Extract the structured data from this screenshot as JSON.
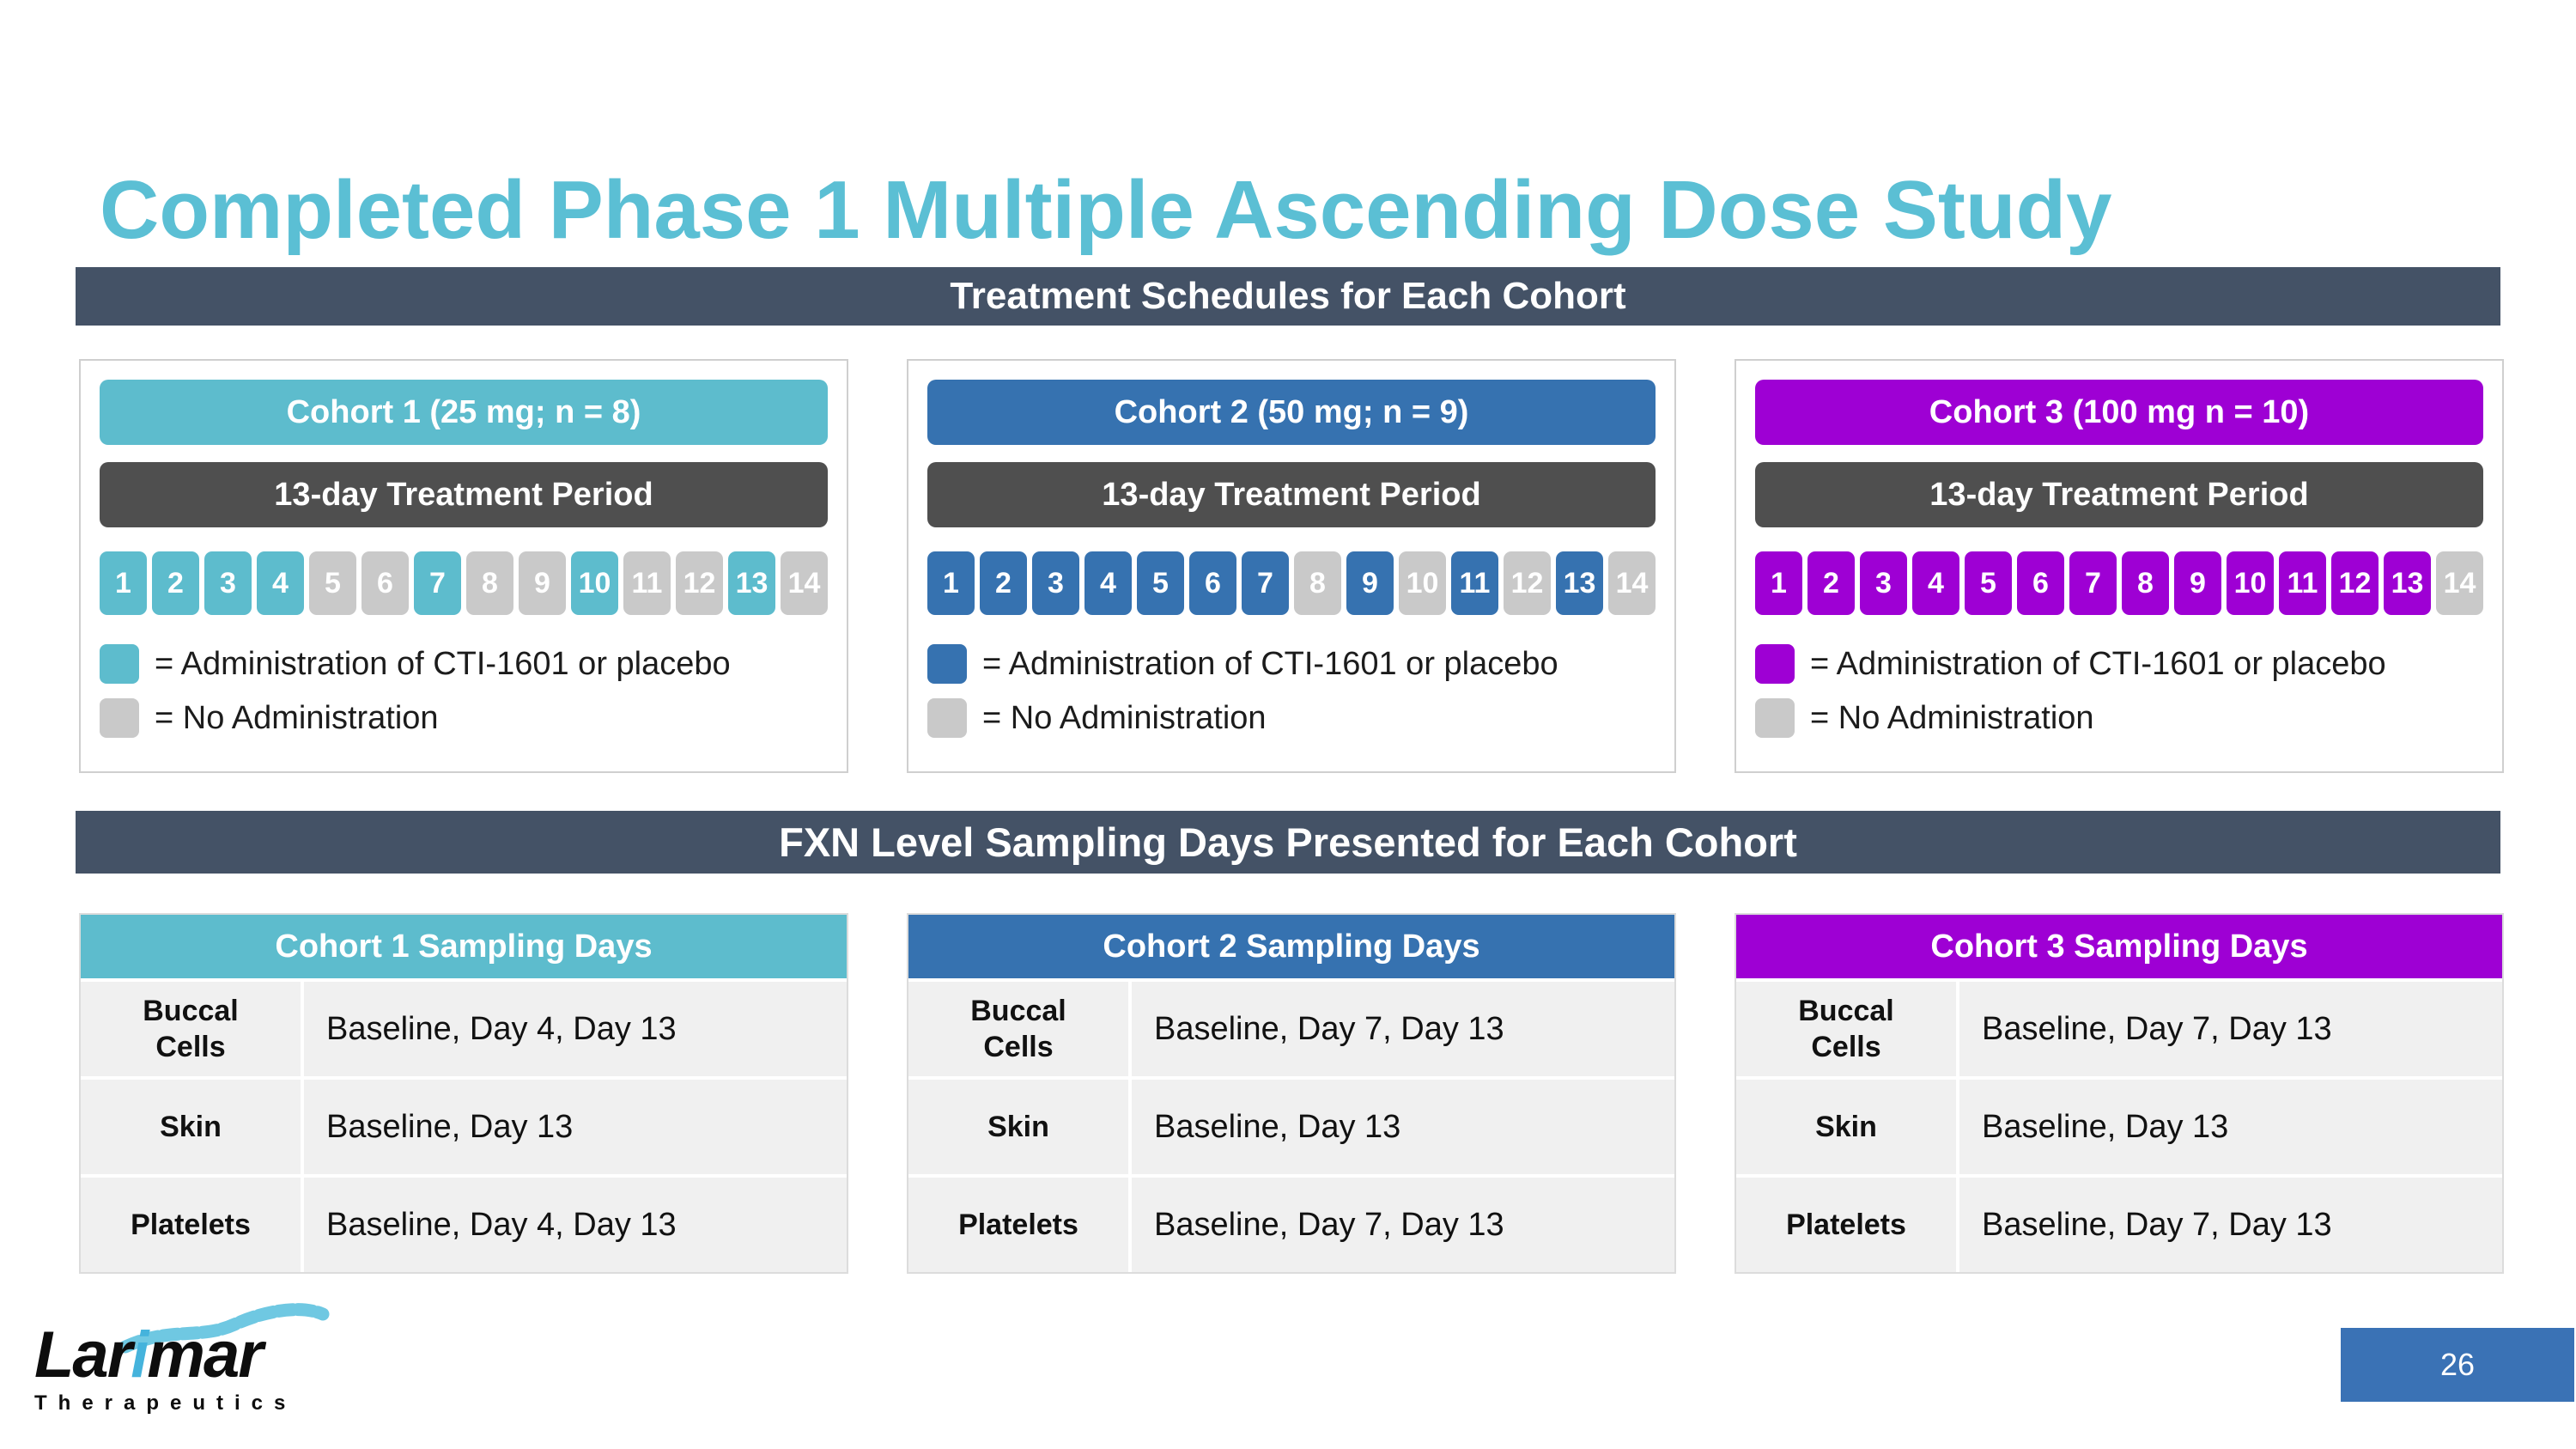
{
  "slide": {
    "title": "Completed Phase 1 Multiple Ascending Dose Study",
    "page_number": "26"
  },
  "colors": {
    "title": "#5bbfd4",
    "slate": "#445266",
    "treatment_dark": "#4f4f4f",
    "no_dose_gray": "#c9c9c9",
    "teal": "#5dbccd",
    "blue": "#3672b0",
    "purple": "#9e00d4",
    "page_blue": "#3a72b5",
    "logo_blue": "#45b3dc"
  },
  "sections": {
    "schedules_heading": "Treatment Schedules for Each Cohort",
    "sampling_heading": "FXN Level Sampling Days Presented for Each Cohort"
  },
  "day_labels": [
    "1",
    "2",
    "3",
    "4",
    "5",
    "6",
    "7",
    "8",
    "9",
    "10",
    "11",
    "12",
    "13",
    "14"
  ],
  "legend": {
    "dose": "= Administration of CTI-1601 or placebo",
    "none": "= No Administration"
  },
  "treatment_period_label": "13-day Treatment Period",
  "cohorts": [
    {
      "name": "Cohort 1 (25 mg; n = 8)",
      "color": "#5dbccd",
      "dose_days": [
        1,
        2,
        3,
        4,
        7,
        10,
        13
      ],
      "sampling_title": "Cohort 1 Sampling Days",
      "sampling_rows": [
        {
          "label": "Buccal Cells",
          "value": "Baseline, Day 4, Day 13"
        },
        {
          "label": "Skin",
          "value": "Baseline, Day 13"
        },
        {
          "label": "Platelets",
          "value": "Baseline, Day 4, Day 13"
        }
      ]
    },
    {
      "name": "Cohort 2 (50 mg; n = 9)",
      "color": "#3672b0",
      "dose_days": [
        1,
        2,
        3,
        4,
        5,
        6,
        7,
        9,
        11,
        13
      ],
      "sampling_title": "Cohort 2 Sampling Days",
      "sampling_rows": [
        {
          "label": "Buccal Cells",
          "value": "Baseline, Day 7, Day 13"
        },
        {
          "label": "Skin",
          "value": "Baseline, Day 13"
        },
        {
          "label": "Platelets",
          "value": "Baseline, Day 7, Day 13"
        }
      ]
    },
    {
      "name": "Cohort 3 (100 mg n = 10)",
      "color": "#9e00d4",
      "dose_days": [
        1,
        2,
        3,
        4,
        5,
        6,
        7,
        8,
        9,
        10,
        11,
        12,
        13
      ],
      "sampling_title": "Cohort 3 Sampling Days",
      "sampling_rows": [
        {
          "label": "Buccal Cells",
          "value": "Baseline, Day 7, Day 13"
        },
        {
          "label": "Skin",
          "value": "Baseline, Day 13"
        },
        {
          "label": "Platelets",
          "value": "Baseline, Day 7, Day 13"
        }
      ]
    }
  ],
  "logo": {
    "part1": "Lar",
    "part2": "i",
    "part3": "mar",
    "subtitle": "Therapeutics"
  }
}
